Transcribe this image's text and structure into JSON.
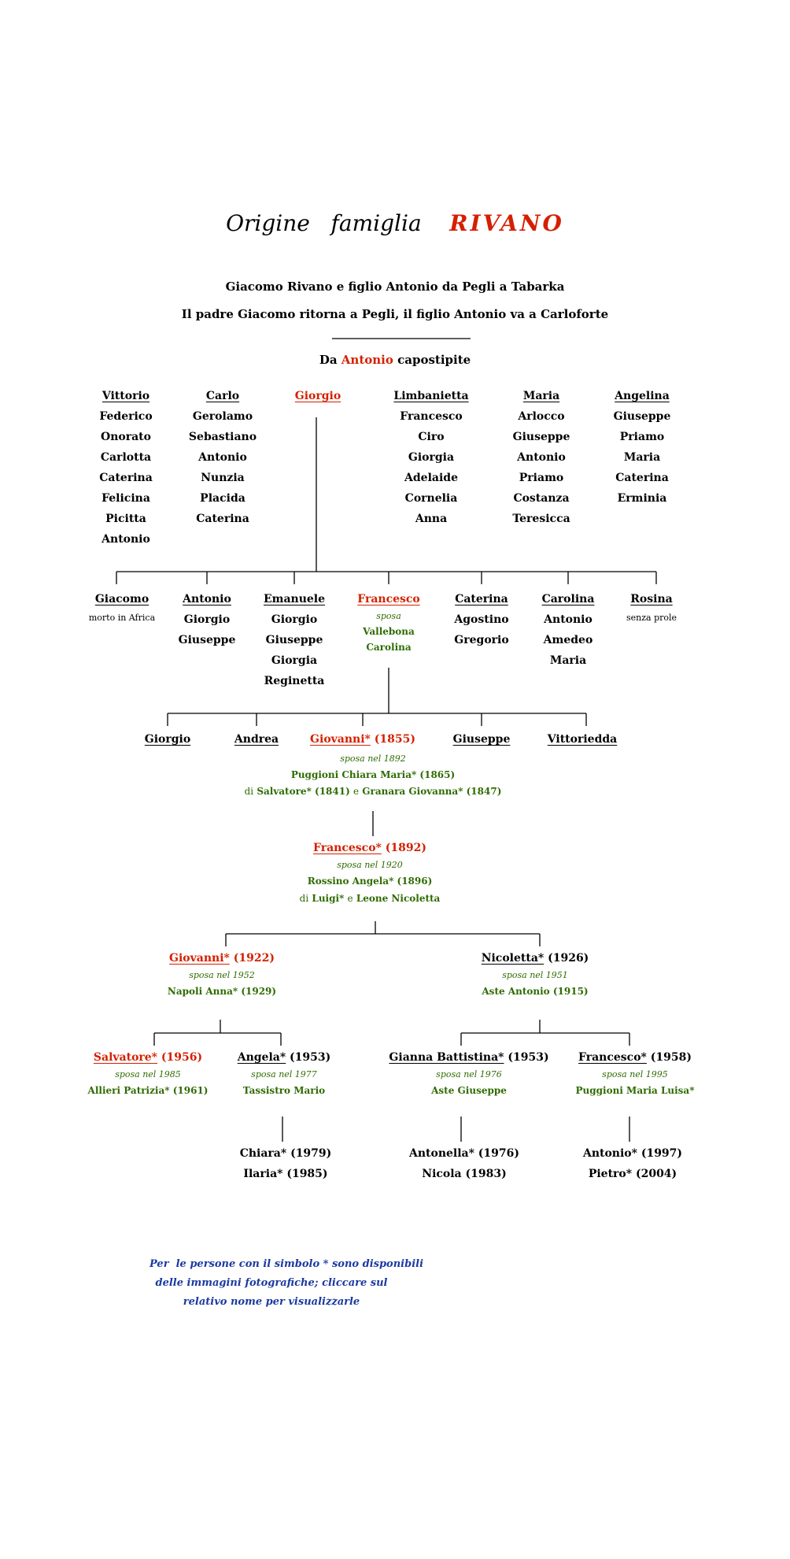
{
  "title": {
    "prefix": "Origine   famiglia",
    "surname": "RIVANO"
  },
  "intro": {
    "line1": "Giacomo Rivano e figlio Antonio da Pegli a Tabarka",
    "line2": "Il padre Giacomo ritorna a Pegli, il figlio Antonio va a Carloforte",
    "ancestor_pre": "Da",
    "ancestor_name": "Antonio",
    "ancestor_post": "capostipite"
  },
  "gen1": [
    {
      "head": "Vittorio",
      "names": [
        "Federico",
        "Onorato",
        "Carlotta",
        "Caterina",
        "Felicina",
        "Picitta",
        "Antonio"
      ]
    },
    {
      "head": "Carlo",
      "names": [
        "Gerolamo",
        "Sebastiano",
        "Antonio",
        "Nunzia",
        "Placida",
        "Caterina"
      ]
    },
    {
      "head": "Giorgio",
      "names": []
    },
    {
      "head": "Limbanietta",
      "names": [
        "Francesco",
        "Ciro",
        "Giorgia",
        "Adelaide",
        "Cornelia",
        "Anna"
      ]
    },
    {
      "head": "Maria",
      "names": [
        "Arlocco",
        "Giuseppe",
        "Antonio",
        "Priamo",
        "Costanza",
        "Teresicca"
      ]
    },
    {
      "head": "Angelina",
      "names": [
        "Giuseppe",
        "Priamo",
        "Maria",
        "Caterina",
        "Erminia"
      ]
    }
  ],
  "gen2": [
    {
      "head": "Giacomo",
      "note": "morto in Africa",
      "names": []
    },
    {
      "head": "Antonio",
      "names": [
        "Giorgio",
        "Giuseppe"
      ]
    },
    {
      "head": "Emanuele",
      "names": [
        "Giorgio",
        "Giuseppe",
        "Giorgia",
        "Reginetta"
      ]
    },
    {
      "head": "Francesco",
      "note": "sposa",
      "spouse": [
        "Vallebona",
        "Carolina"
      ]
    },
    {
      "head": "Caterina",
      "names": [
        "Agostino",
        "Gregorio"
      ]
    },
    {
      "head": "Carolina",
      "names": [
        "Antonio",
        "Amedeo",
        "Maria"
      ]
    },
    {
      "head": "Rosina",
      "note": "senza prole",
      "names": []
    }
  ],
  "gen3": [
    {
      "head": "Giorgio"
    },
    {
      "head": "Andrea"
    },
    {
      "head": "Giovanni*",
      "year": "(1855)"
    },
    {
      "head": "Giuseppe"
    },
    {
      "head": "Vittoriedda"
    }
  ],
  "gen3_marriage": {
    "note": "sposa nel 1892",
    "spouse": "Puggioni Chiara Maria* (1865)",
    "parents_pre": "di",
    "parent1": "Salvatore* (1841)",
    "parents_mid": "e",
    "parent2": "Granara Giovanna* (1847)"
  },
  "gen4": {
    "name": "Francesco*",
    "year": "(1892)",
    "note": "sposa nel 1920",
    "spouse": "Rossino Angela* (1896)",
    "parents_pre": "di",
    "parent1": "Luigi*",
    "parents_mid": "e",
    "parent2": "Leone Nicoletta"
  },
  "gen5": [
    {
      "name": "Giovanni*",
      "year": "(1922)",
      "note": "sposa nel 1952",
      "spouse": "Napoli Anna* (1929)"
    },
    {
      "name": "Nicoletta*",
      "year": "(1926)",
      "note": "sposa nel 1951",
      "spouse": "Aste Antonio (1915)"
    }
  ],
  "gen6": [
    {
      "name": "Salvatore*",
      "year": "(1956)",
      "note": "sposa nel 1985",
      "spouse": "Allieri Patrizia* (1961)"
    },
    {
      "name": "Angela*",
      "year": "(1953)",
      "note": "sposa nel 1977",
      "spouse": "Tassistro Mario"
    },
    {
      "name": "Gianna Battistina*",
      "year": "(1953)",
      "note": "sposa nel 1976",
      "spouse": "Aste Giuseppe"
    },
    {
      "name": "Francesco*",
      "year": "(1958)",
      "note": "sposa nel 1995",
      "spouse": "Puggioni Maria Luisa*"
    }
  ],
  "gen7": [
    {
      "children": [
        "Chiara* (1979)",
        "Ilaria* (1985)"
      ]
    },
    {
      "children": [
        "Antonella* (1976)",
        "Nicola (1983)"
      ]
    },
    {
      "children": [
        "Antonio* (1997)",
        "Pietro* (2004)"
      ]
    }
  ],
  "footnote": {
    "line1": "Per  le persone con il simbolo * sono disponibili",
    "line2": "delle immagini fotografiche; cliccare sul",
    "line3": "relativo nome per visualizzarle"
  },
  "colors": {
    "highlight": "#d42000",
    "spouse": "#2e6b00",
    "note": "#1b3aa0",
    "text": "#000000"
  }
}
